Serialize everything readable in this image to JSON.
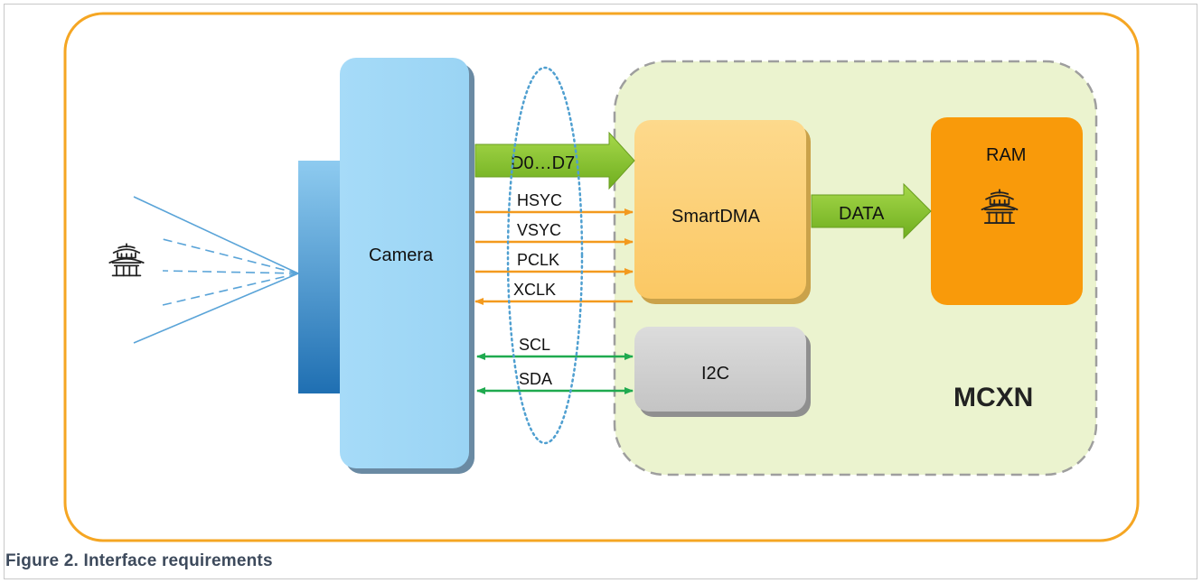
{
  "diagram": {
    "camera_label": "Camera",
    "mcu_label": "MCXN",
    "smartdma_label": "SmartDMA",
    "ram_label": "RAM",
    "i2c_label": "I2C",
    "data_bus_label": "D0…D7",
    "data_arrow_label": "DATA",
    "signals": [
      "HSYC",
      "VSYC",
      "PCLK",
      "XCLK"
    ],
    "i2c_signals": [
      "SCL",
      "SDA"
    ]
  },
  "caption": "Figure 2.  Interface requirements",
  "colors": {
    "outer_border": "#f5a623",
    "mcu_fill": "#ebf3cf",
    "camera_fill": "#9fd8f7",
    "smartdma_fill": "#fcd17a",
    "ram_fill": "#f99a0a",
    "i2c_fill": "#d0d0d0",
    "bus_arrow": "#8cc230",
    "signal_orange": "#f39a1e",
    "signal_green": "#1faa4f",
    "ray_blue": "#5aa4d8"
  },
  "icons": [
    "pagoda-icon",
    "pagoda-icon"
  ]
}
